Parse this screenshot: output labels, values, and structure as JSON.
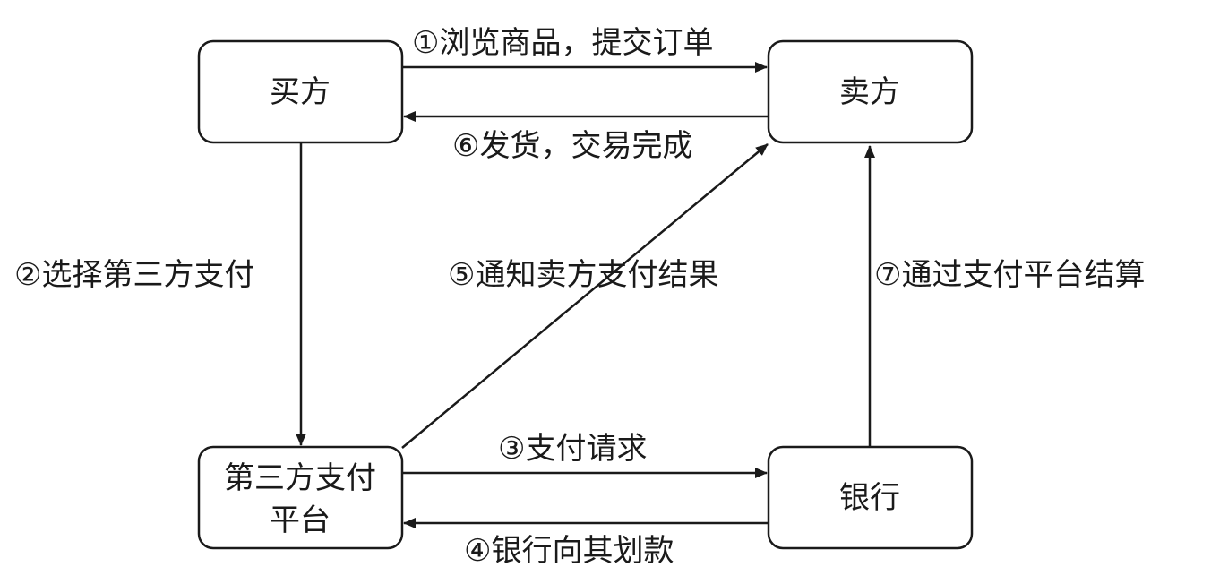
{
  "nodes": {
    "buyer": "买方",
    "seller": "卖方",
    "platform_line1": "第三方支付",
    "platform_line2": "平台",
    "bank": "银行"
  },
  "edges": {
    "step1": "①浏览商品，提交订单",
    "step2": "②选择第三方支付",
    "step3": "③支付请求",
    "step4": "④银行向其划款",
    "step5": "⑤通知卖方支付结果",
    "step6": "⑥发货，交易完成",
    "step7": "⑦通过支付平台结算"
  }
}
